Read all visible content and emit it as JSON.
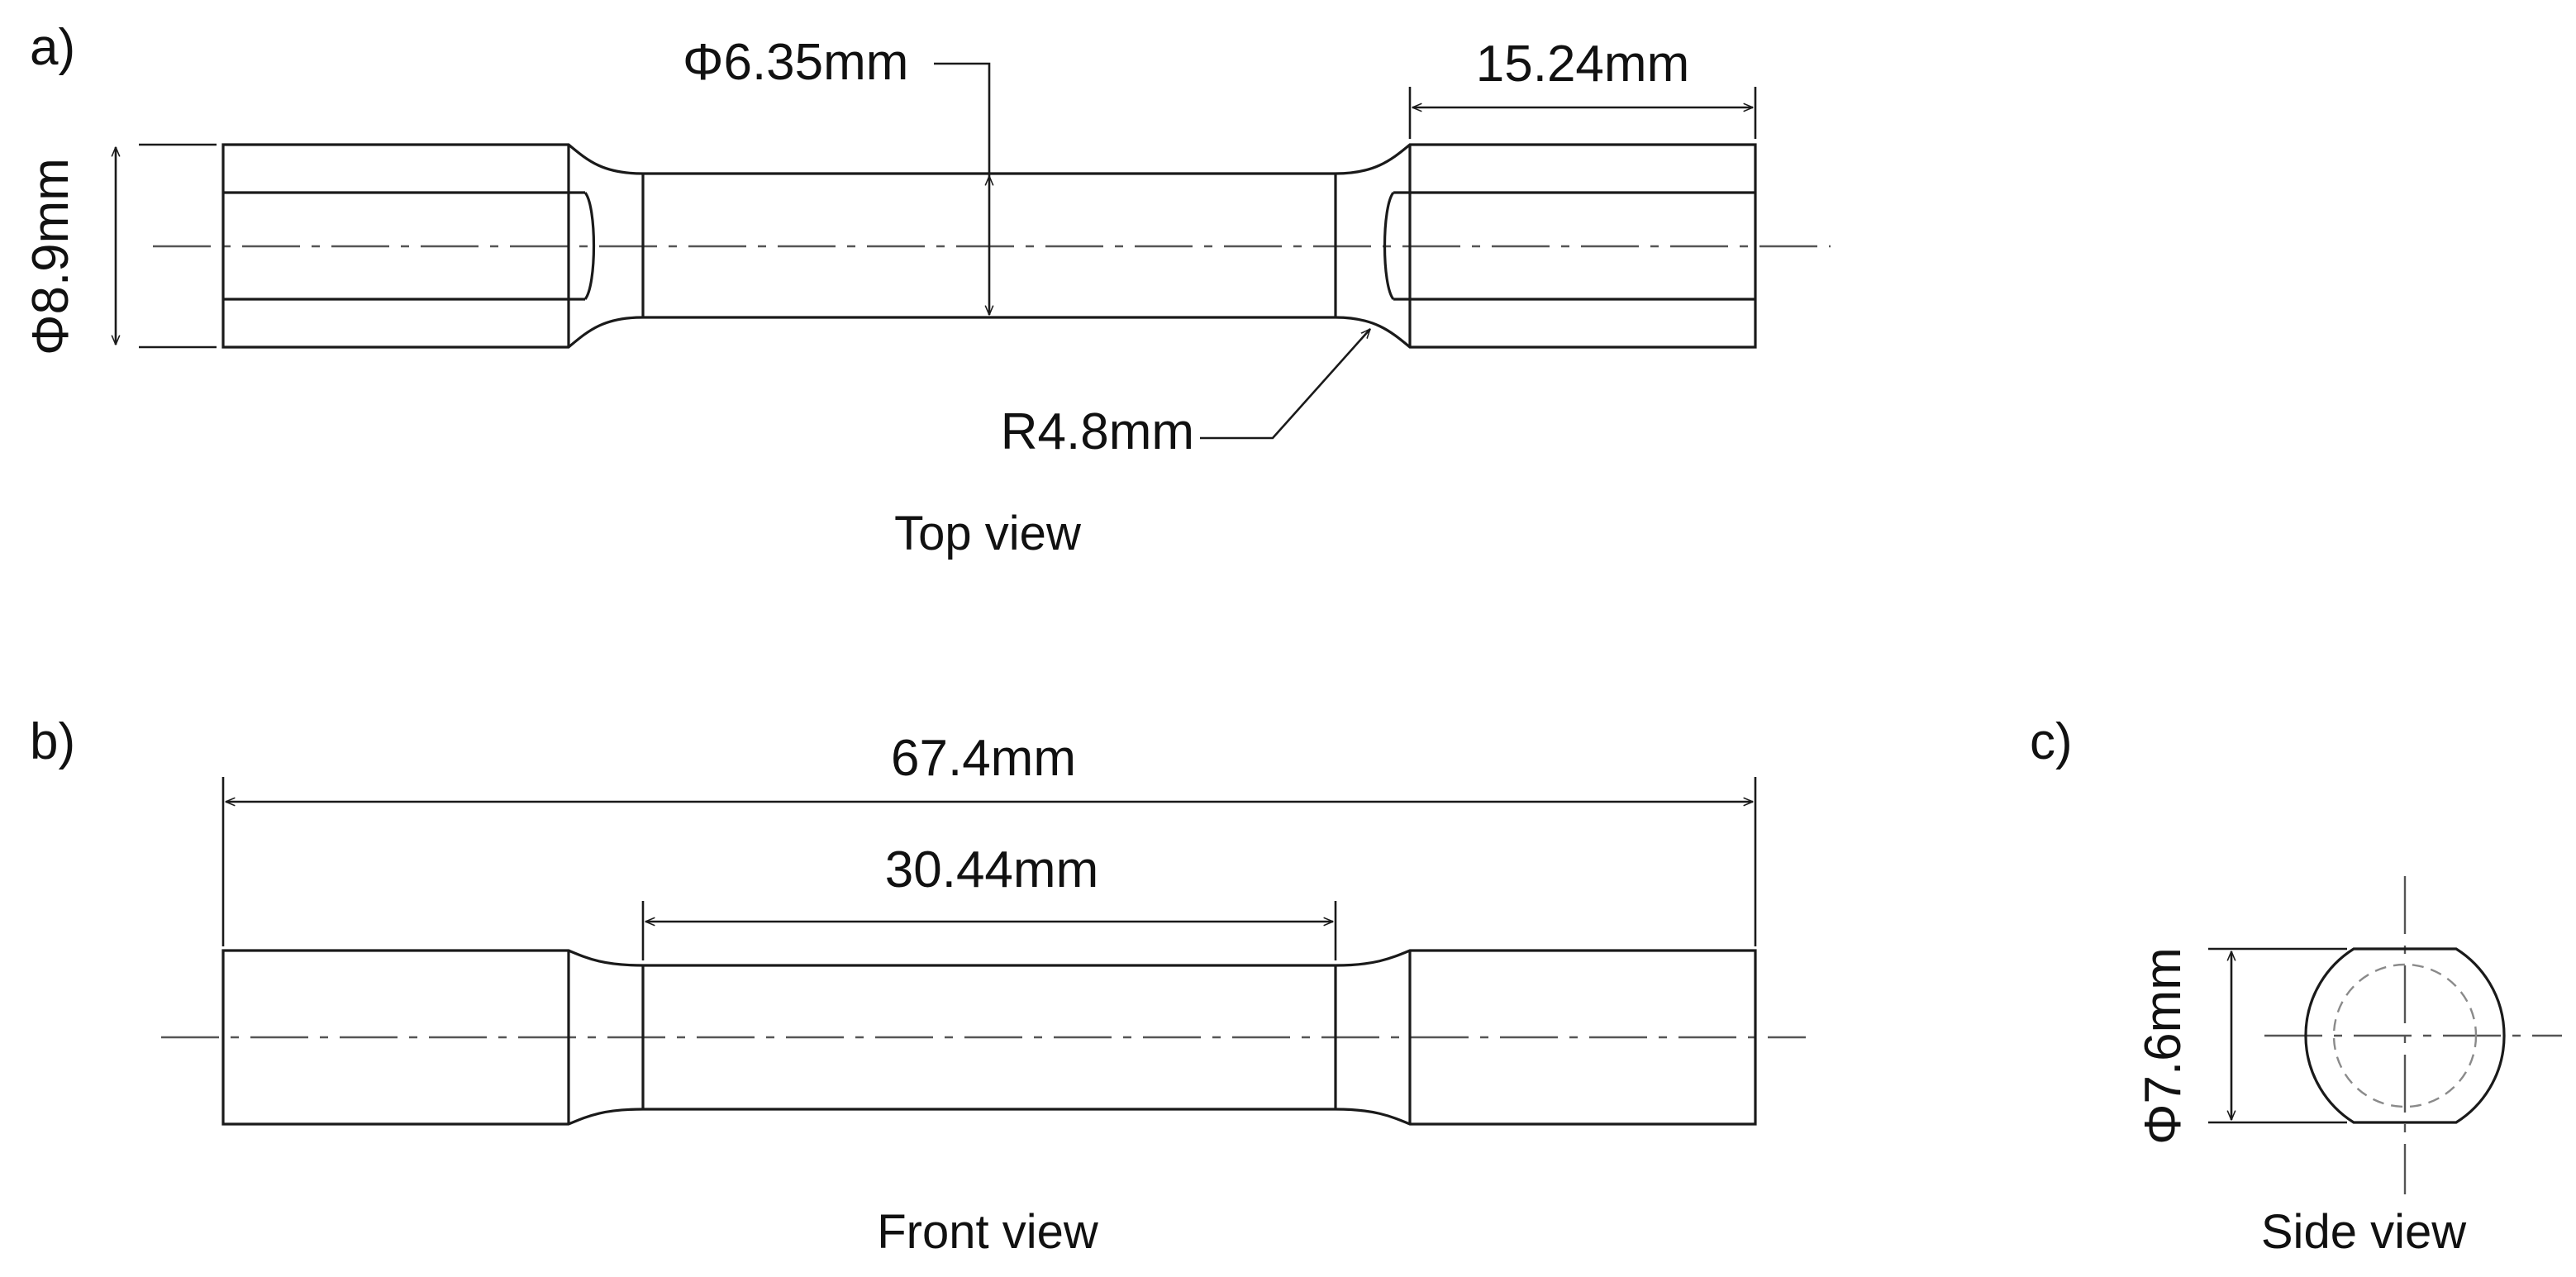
{
  "panels": {
    "a": {
      "label": "a)",
      "caption": "Top view",
      "dims": {
        "shaft_diameter": "Φ6.35mm",
        "grip_length": "15.24mm",
        "grip_diameter": "Φ8.9mm",
        "fillet_radius": "R4.8mm"
      }
    },
    "b": {
      "label": "b)",
      "caption": "Front view",
      "dims": {
        "overall_length": "67.4mm",
        "gauge_length": "30.44mm"
      }
    },
    "c": {
      "label": "c)",
      "caption": "Side view",
      "dims": {
        "diameter": "Φ7.6mm"
      }
    }
  }
}
